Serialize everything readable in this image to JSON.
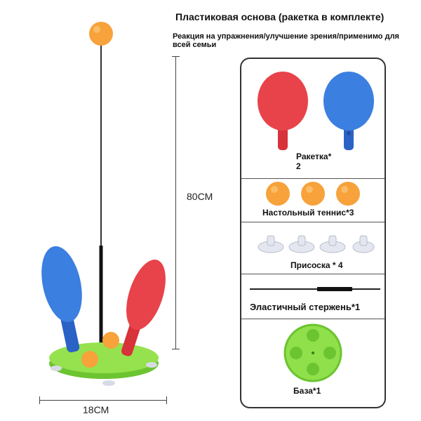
{
  "header": {
    "title": "Пластиковая основа (ракетка в комплекте)",
    "subtitle": "Реакция на упражнения/улучшение зрения/применимо для всей семьи"
  },
  "dimensions": {
    "height_label": "80CM",
    "width_label": "18CM"
  },
  "components": [
    {
      "name": "Ракетка*",
      "qty": "2"
    },
    {
      "name": "Настольный теннис*3"
    },
    {
      "name": "Присоска * 4"
    },
    {
      "name": "Эластичный стержень*1"
    },
    {
      "name": "База*1"
    }
  ],
  "colors": {
    "ball": "#f7a23a",
    "paddle_red": "#e8434a",
    "paddle_blue": "#3b7fe0",
    "base_green": "#8fe04a",
    "handle_red": "#d8323a",
    "handle_blue": "#2a62c6"
  }
}
